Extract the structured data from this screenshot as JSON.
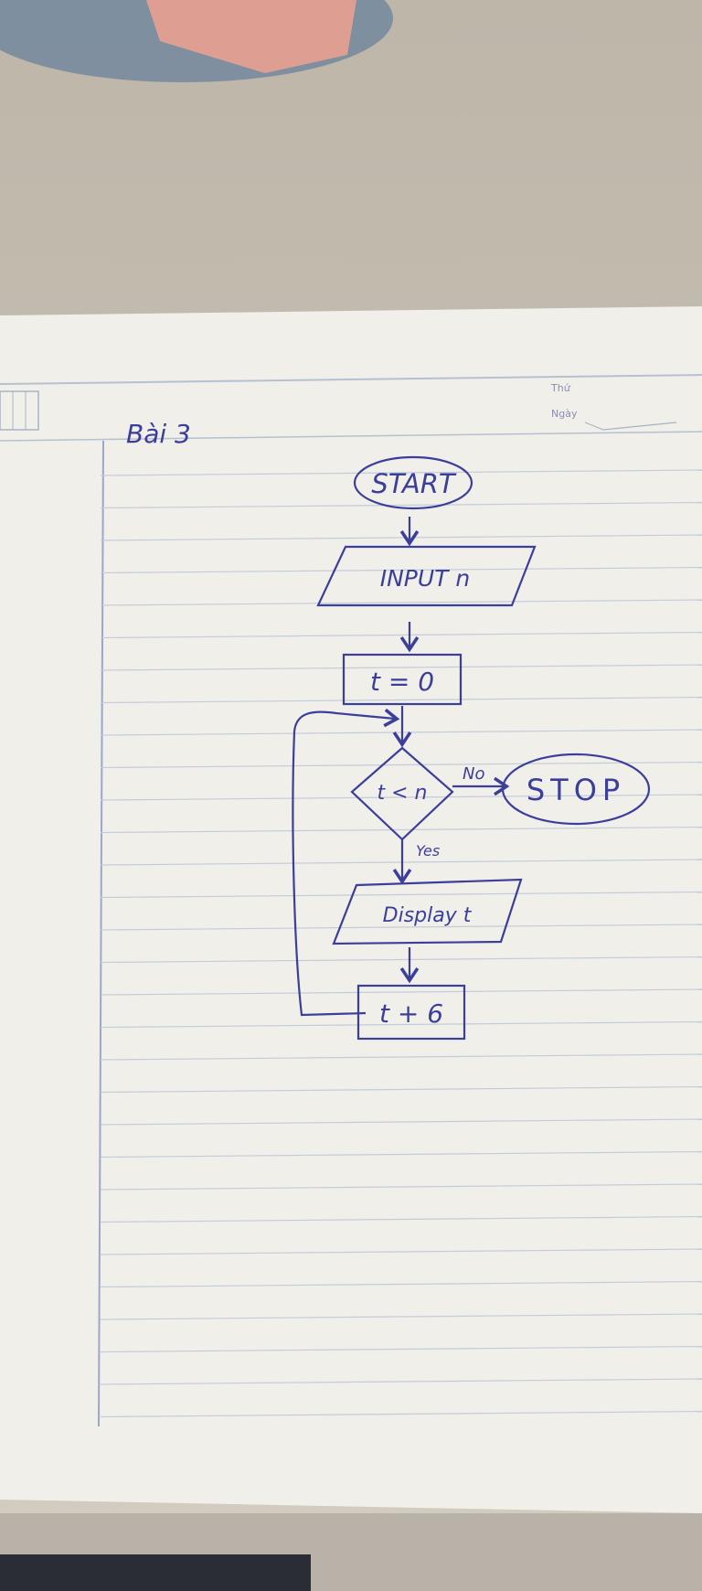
{
  "page": {
    "heading": "Bài 3",
    "corner_labels": [
      "Thứ",
      "Ngày"
    ]
  },
  "flowchart": {
    "start": "START",
    "input": "INPUT n",
    "init": "t = 0",
    "condition": "t < n",
    "no_label": "No",
    "yes_label": "Yes",
    "stop": "STOP",
    "display": "Display t",
    "increment": "t + 6"
  },
  "colors": {
    "ink": "#3b3f9a",
    "paper": "#f1efea",
    "rule_line": "#b9c4d6",
    "margin_line": "#9aa6cc",
    "background": "#cfc8bb"
  }
}
